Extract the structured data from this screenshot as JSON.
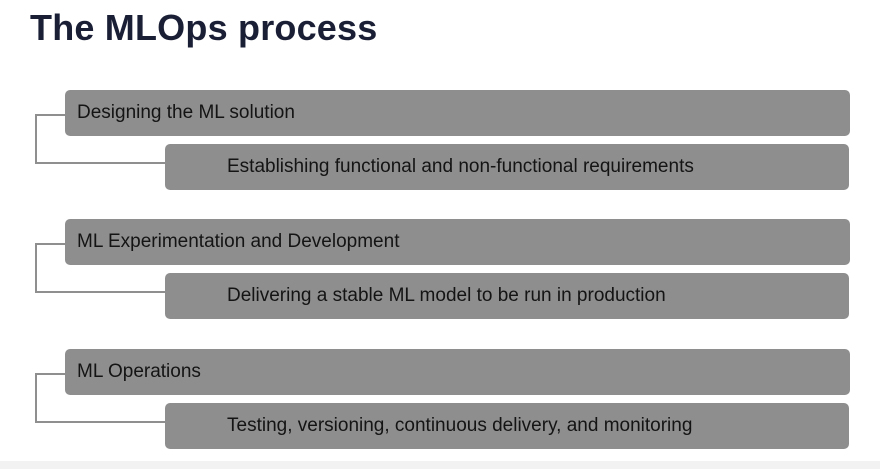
{
  "title": "The MLOps process",
  "groups": [
    {
      "heading": "Designing the ML solution",
      "detail": "Establishing functional and non-functional requirements"
    },
    {
      "heading": "ML Experimentation and Development",
      "detail": "Delivering a stable ML model to be run in production"
    },
    {
      "heading": "ML Operations",
      "detail": "Testing, versioning, continuous delivery, and monitoring"
    }
  ],
  "colors": {
    "box_fill": "#8e8e8e",
    "title_text": "#1a1f36",
    "connector": "#8f8f8f"
  }
}
